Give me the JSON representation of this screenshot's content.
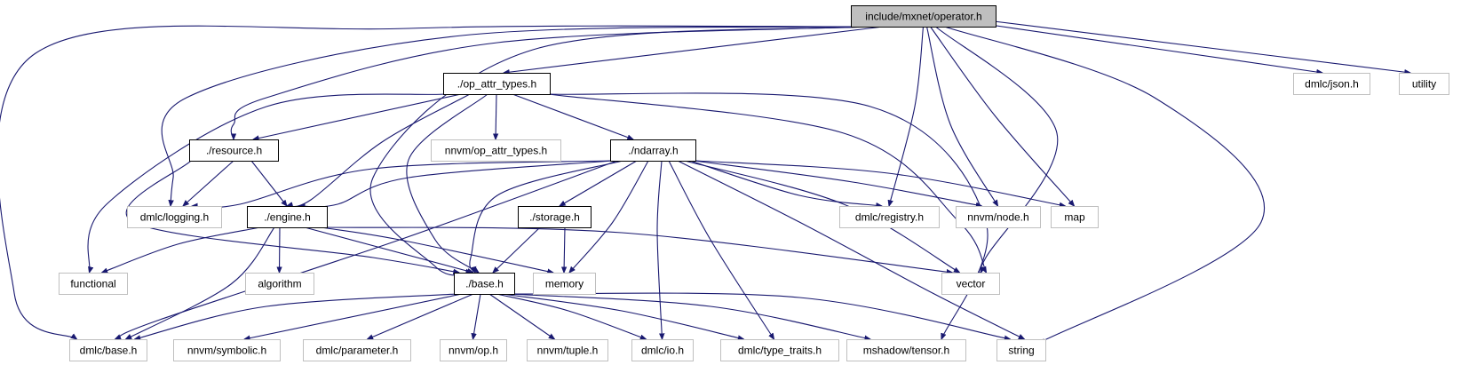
{
  "diagram": {
    "type": "include-dependency-graph",
    "colors": {
      "edge": "#191970",
      "node_border": "#000000",
      "root_fill": "#bfbfbf",
      "system_border": "#bfbfbf",
      "text": "#000000"
    },
    "nodes": [
      {
        "id": "root",
        "label": "include/mxnet/operator.h",
        "kind": "root"
      },
      {
        "id": "op_attr_types",
        "label": "./op_attr_types.h",
        "kind": "local"
      },
      {
        "id": "dmlc_json",
        "label": "dmlc/json.h",
        "kind": "system"
      },
      {
        "id": "utility",
        "label": "utility",
        "kind": "system"
      },
      {
        "id": "resource",
        "label": "./resource.h",
        "kind": "local"
      },
      {
        "id": "nnvm_op_attr_types",
        "label": "nnvm/op_attr_types.h",
        "kind": "system"
      },
      {
        "id": "ndarray",
        "label": "./ndarray.h",
        "kind": "local"
      },
      {
        "id": "dmlc_logging",
        "label": "dmlc/logging.h",
        "kind": "system"
      },
      {
        "id": "engine",
        "label": "./engine.h",
        "kind": "local"
      },
      {
        "id": "storage",
        "label": "./storage.h",
        "kind": "local"
      },
      {
        "id": "dmlc_registry",
        "label": "dmlc/registry.h",
        "kind": "system"
      },
      {
        "id": "nnvm_node",
        "label": "nnvm/node.h",
        "kind": "system"
      },
      {
        "id": "map",
        "label": "map",
        "kind": "system"
      },
      {
        "id": "functional",
        "label": "functional",
        "kind": "system"
      },
      {
        "id": "algorithm",
        "label": "algorithm",
        "kind": "system"
      },
      {
        "id": "base",
        "label": "./base.h",
        "kind": "local"
      },
      {
        "id": "memory",
        "label": "memory",
        "kind": "system"
      },
      {
        "id": "vector",
        "label": "vector",
        "kind": "system"
      },
      {
        "id": "dmlc_base",
        "label": "dmlc/base.h",
        "kind": "system"
      },
      {
        "id": "nnvm_symbolic",
        "label": "nnvm/symbolic.h",
        "kind": "system"
      },
      {
        "id": "dmlc_parameter",
        "label": "dmlc/parameter.h",
        "kind": "system"
      },
      {
        "id": "nnvm_op",
        "label": "nnvm/op.h",
        "kind": "system"
      },
      {
        "id": "nnvm_tuple",
        "label": "nnvm/tuple.h",
        "kind": "system"
      },
      {
        "id": "dmlc_io",
        "label": "dmlc/io.h",
        "kind": "system"
      },
      {
        "id": "dmlc_type_traits",
        "label": "dmlc/type_traits.h",
        "kind": "system"
      },
      {
        "id": "mshadow_tensor",
        "label": "mshadow/tensor.h",
        "kind": "system"
      },
      {
        "id": "string",
        "label": "string",
        "kind": "system"
      }
    ],
    "edges": [
      [
        "root",
        "dmlc_base"
      ],
      [
        "root",
        "dmlc_logging"
      ],
      [
        "root",
        "resource"
      ],
      [
        "root",
        "base"
      ],
      [
        "root",
        "op_attr_types"
      ],
      [
        "root",
        "dmlc_registry"
      ],
      [
        "root",
        "nnvm_node"
      ],
      [
        "root",
        "map"
      ],
      [
        "root",
        "vector"
      ],
      [
        "root",
        "string"
      ],
      [
        "root",
        "dmlc_json"
      ],
      [
        "root",
        "utility"
      ],
      [
        "op_attr_types",
        "functional"
      ],
      [
        "op_attr_types",
        "resource"
      ],
      [
        "op_attr_types",
        "engine"
      ],
      [
        "op_attr_types",
        "base"
      ],
      [
        "op_attr_types",
        "nnvm_op_attr_types"
      ],
      [
        "op_attr_types",
        "ndarray"
      ],
      [
        "op_attr_types",
        "vector"
      ],
      [
        "op_attr_types",
        "mshadow_tensor"
      ],
      [
        "resource",
        "dmlc_logging"
      ],
      [
        "resource",
        "engine"
      ],
      [
        "resource",
        "base"
      ],
      [
        "ndarray",
        "dmlc_logging"
      ],
      [
        "ndarray",
        "engine"
      ],
      [
        "ndarray",
        "dmlc_base"
      ],
      [
        "ndarray",
        "base"
      ],
      [
        "ndarray",
        "storage"
      ],
      [
        "ndarray",
        "memory"
      ],
      [
        "ndarray",
        "dmlc_io"
      ],
      [
        "ndarray",
        "dmlc_type_traits"
      ],
      [
        "ndarray",
        "string"
      ],
      [
        "ndarray",
        "vector"
      ],
      [
        "ndarray",
        "dmlc_registry"
      ],
      [
        "ndarray",
        "nnvm_node"
      ],
      [
        "ndarray",
        "map"
      ],
      [
        "engine",
        "functional"
      ],
      [
        "engine",
        "algorithm"
      ],
      [
        "engine",
        "base"
      ],
      [
        "engine",
        "memory"
      ],
      [
        "engine",
        "vector"
      ],
      [
        "engine",
        "dmlc_base"
      ],
      [
        "storage",
        "base"
      ],
      [
        "storage",
        "memory"
      ],
      [
        "base",
        "dmlc_base"
      ],
      [
        "base",
        "nnvm_symbolic"
      ],
      [
        "base",
        "dmlc_parameter"
      ],
      [
        "base",
        "nnvm_op"
      ],
      [
        "base",
        "nnvm_tuple"
      ],
      [
        "base",
        "dmlc_io"
      ],
      [
        "base",
        "dmlc_type_traits"
      ],
      [
        "base",
        "mshadow_tensor"
      ],
      [
        "base",
        "string"
      ]
    ]
  }
}
